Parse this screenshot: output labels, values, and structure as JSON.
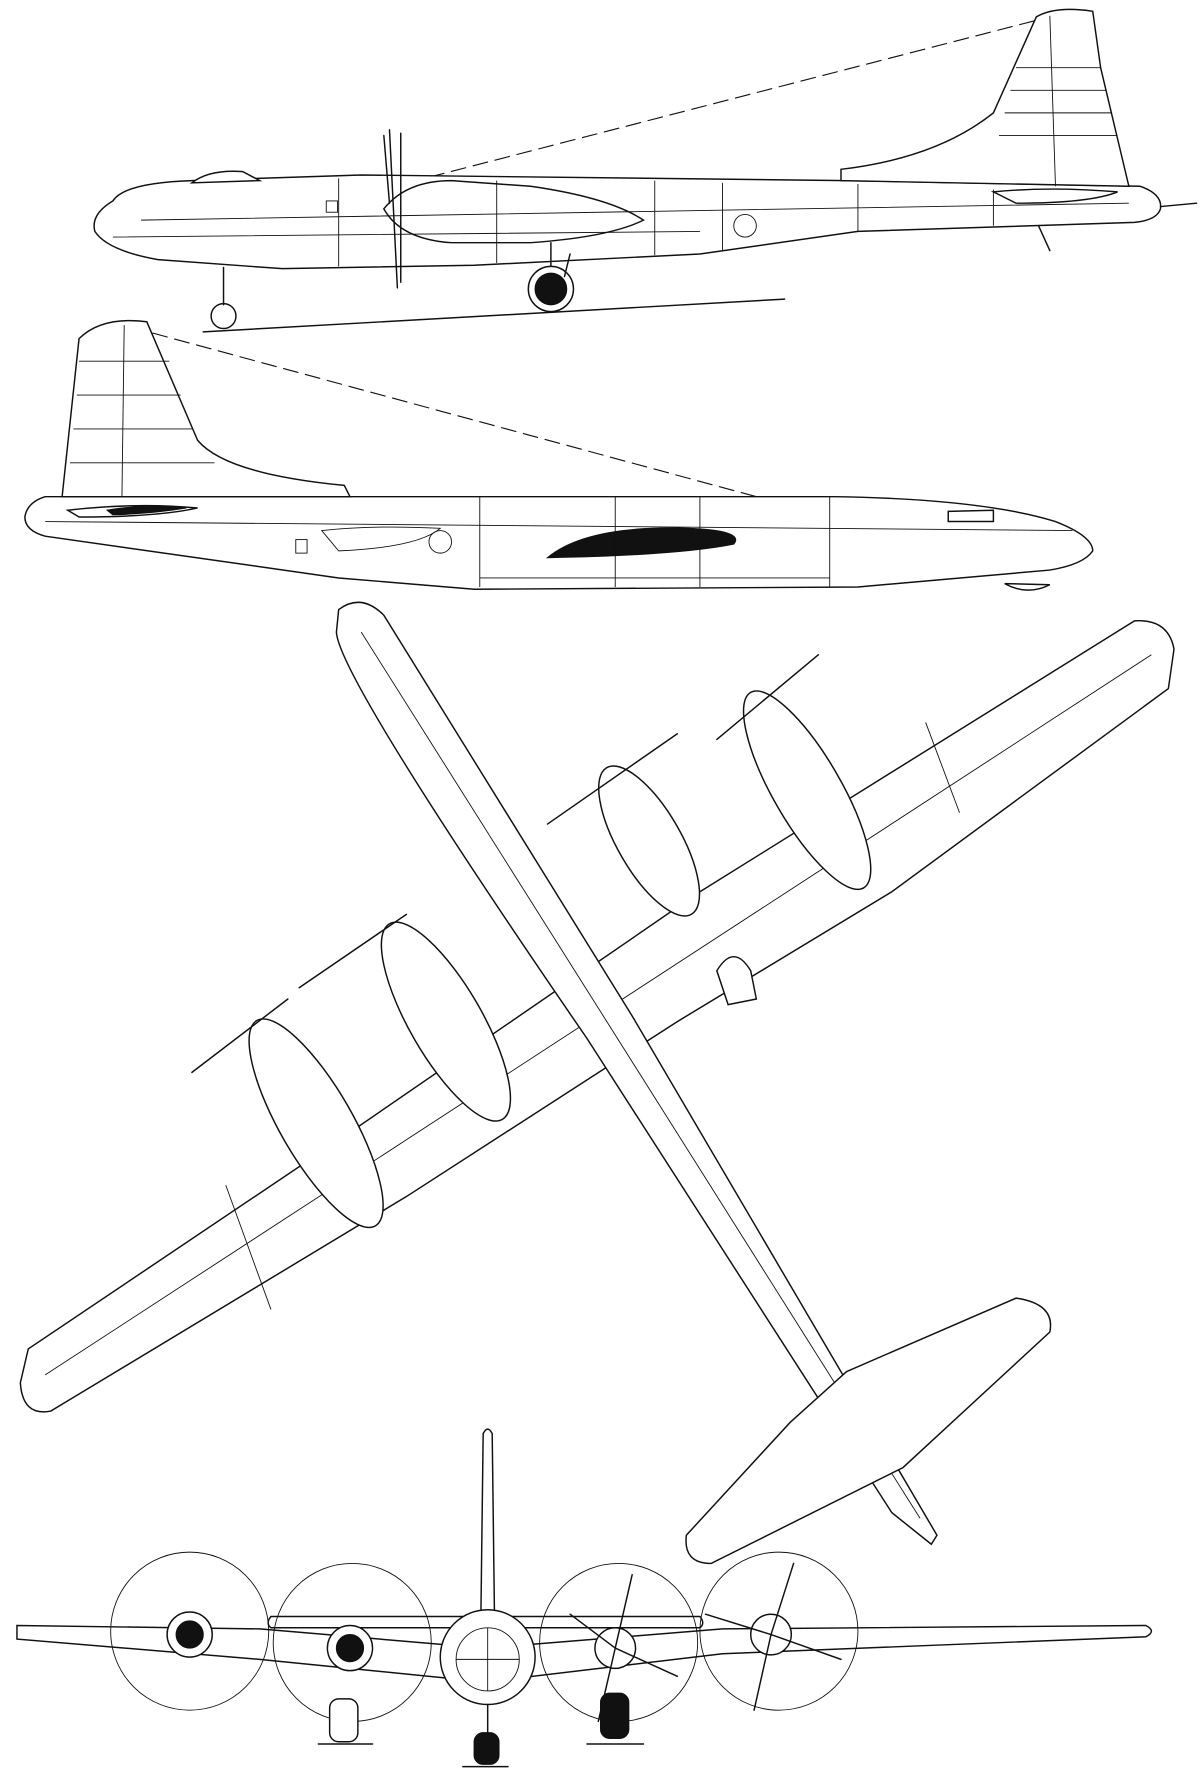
{
  "drawing": {
    "views": [
      "side-view-right",
      "side-view-left",
      "plan-view",
      "front-view"
    ],
    "colors": {
      "line": "#111111",
      "background": "#ffffff",
      "shading": "#111111"
    }
  }
}
